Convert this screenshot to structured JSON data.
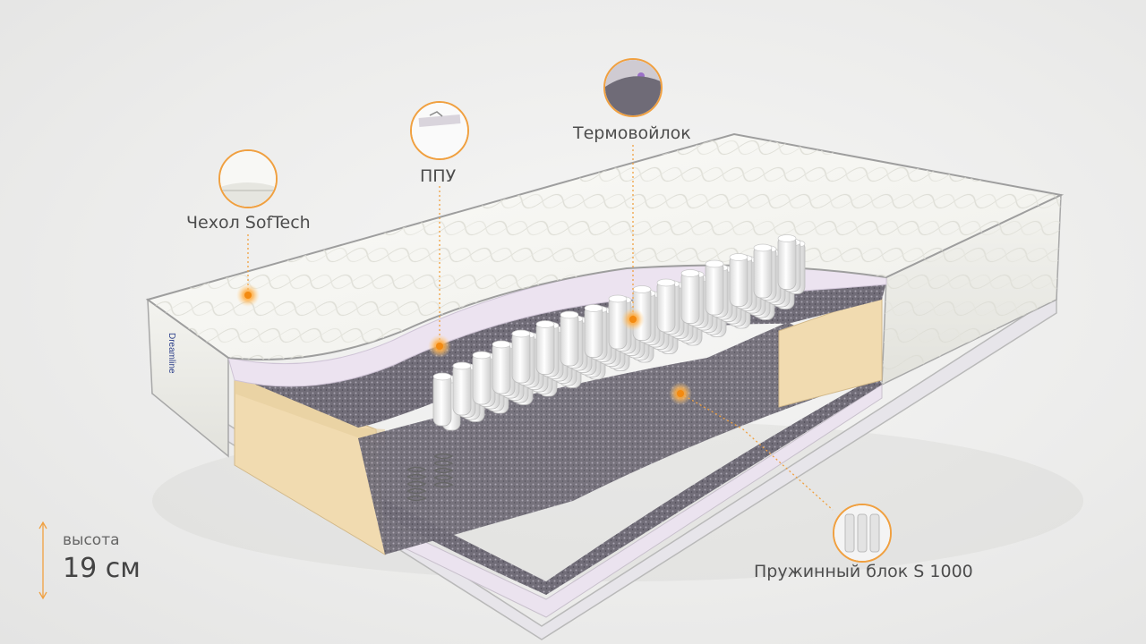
{
  "labels": {
    "cover": "Чехол SofTech",
    "ppu": "ППУ",
    "felt": "Термовойлок",
    "springs": "Пружинный блок S 1000"
  },
  "height": {
    "caption": "высота",
    "value": "19 см"
  },
  "brand": "Dreamline",
  "colors": {
    "accent": "#f0a040",
    "marker": "#f39a1e",
    "foam": "#f2dcb4",
    "ppu": "#ece4f0",
    "felt": "#6d6a74"
  }
}
